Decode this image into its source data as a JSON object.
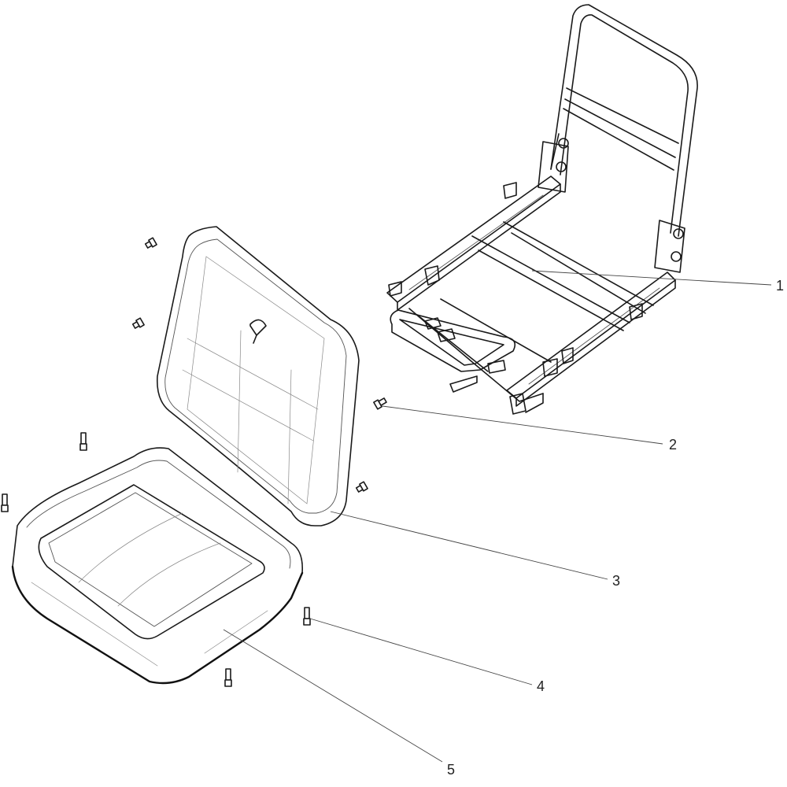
{
  "diagram": {
    "callouts": [
      {
        "id": 1,
        "label": "1"
      },
      {
        "id": 2,
        "label": "2"
      },
      {
        "id": 3,
        "label": "3"
      },
      {
        "id": 4,
        "label": "4"
      },
      {
        "id": 5,
        "label": "5"
      }
    ]
  }
}
